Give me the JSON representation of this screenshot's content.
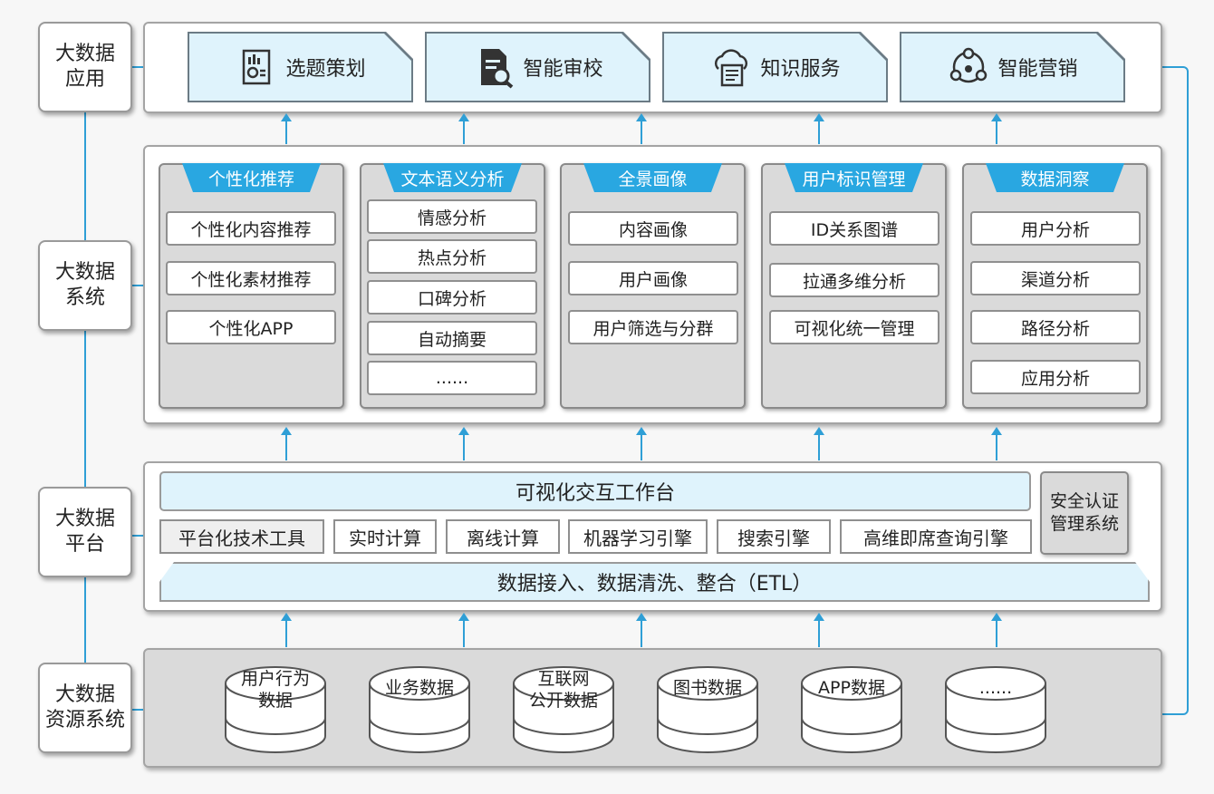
{
  "sides": {
    "app": "大数据\n应用",
    "system": "大数据\n系统",
    "platform": "大数据\n平台",
    "resource": "大数据\n资源系统"
  },
  "apps": [
    {
      "label": "选题策划",
      "icon": "report-document-icon"
    },
    {
      "label": "智能审校",
      "icon": "document-search-icon"
    },
    {
      "label": "知识服务",
      "icon": "cloud-document-icon"
    },
    {
      "label": "智能营销",
      "icon": "network-nodes-icon"
    }
  ],
  "cards": [
    {
      "title": "个性化推荐",
      "items": [
        "个性化内容推荐",
        "个性化素材推荐",
        "个性化APP"
      ]
    },
    {
      "title": "文本语义分析",
      "items": [
        "情感分析",
        "热点分析",
        "口碑分析",
        "自动摘要",
        "......"
      ]
    },
    {
      "title": "全景画像",
      "items": [
        "内容画像",
        "用户画像",
        "用户筛选与分群"
      ]
    },
    {
      "title": "用户标识管理",
      "items": [
        "ID关系图谱",
        "拉通多维分析",
        "可视化统一管理"
      ]
    },
    {
      "title": "数据洞察",
      "items": [
        "用户分析",
        "渠道分析",
        "路径分析",
        "应用分析"
      ]
    }
  ],
  "platform": {
    "workbench": "可视化交互工作台",
    "tools": [
      "平台化技术工具",
      "实时计算",
      "离线计算",
      "机器学习引擎",
      "搜索引擎",
      "高维即席查询引擎"
    ],
    "security": "安全认证\n管理系统",
    "etl": "数据接入、数据清洗、整合（ETL）"
  },
  "resources": [
    "用户行为\n数据",
    "业务数据",
    "互联网\n公开数据",
    "图书数据",
    "APP数据",
    "......"
  ],
  "colors": {
    "accent": "#29a7e1",
    "light_blue": "#dff3fc",
    "connector": "#2f9fd6",
    "card_bg": "#dadada"
  }
}
